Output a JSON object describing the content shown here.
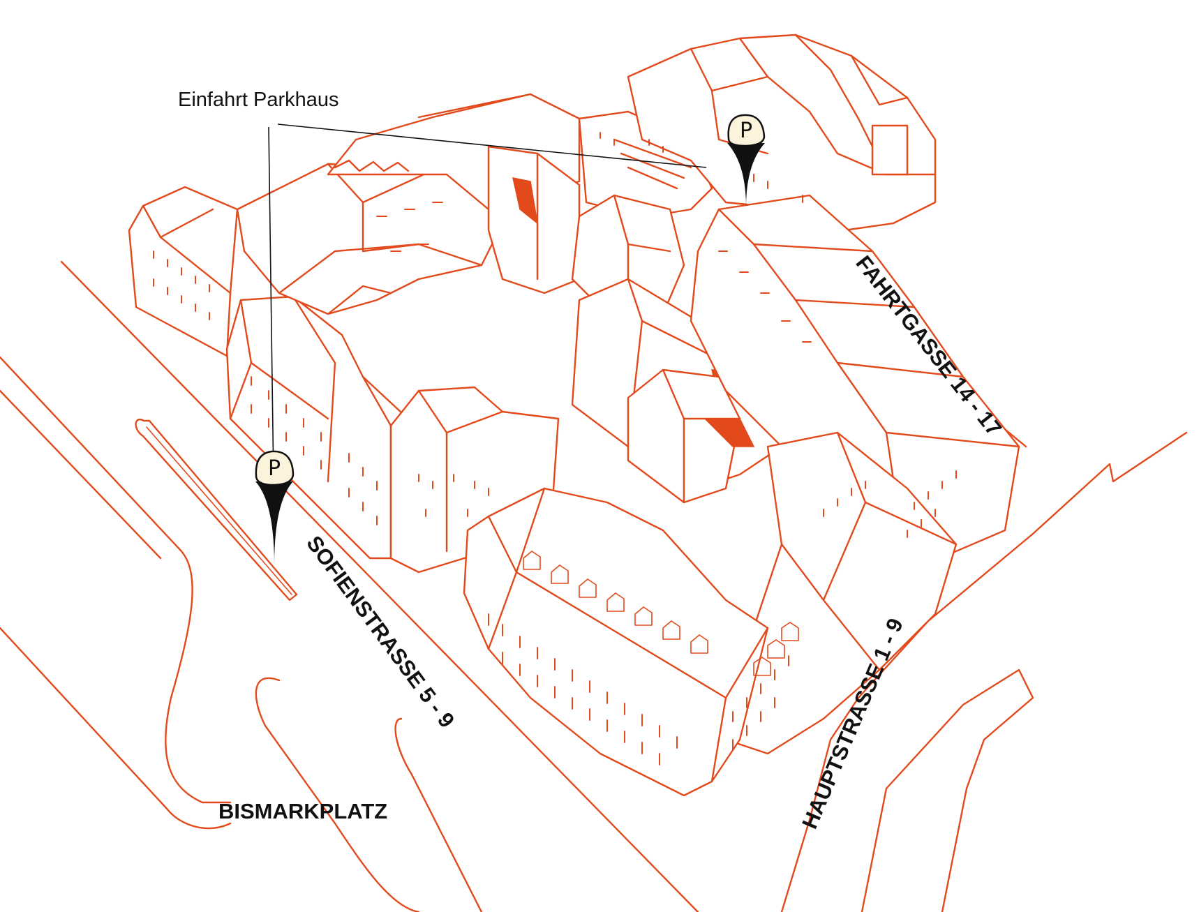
{
  "map": {
    "callout": {
      "label": "Einfahrt Parkhaus"
    },
    "parking_pins": [
      {
        "id": "pin-sofienstrasse",
        "letter": "P"
      },
      {
        "id": "pin-fahrtgasse",
        "letter": "P"
      }
    ],
    "streets": {
      "sofienstrasse": "SOFIENSTRASSE 5 - 9",
      "fahrtgasse": "FAHRTGASSE 14 - 17",
      "hauptstrasse": "HAUPTSTRASSE 1 - 9",
      "bismarkplatz": "BISMARKPLATZ"
    },
    "colors": {
      "line": "#e24a1c",
      "text": "#111111",
      "pin": "#111111",
      "pin_face": "#fbf3dc"
    }
  }
}
